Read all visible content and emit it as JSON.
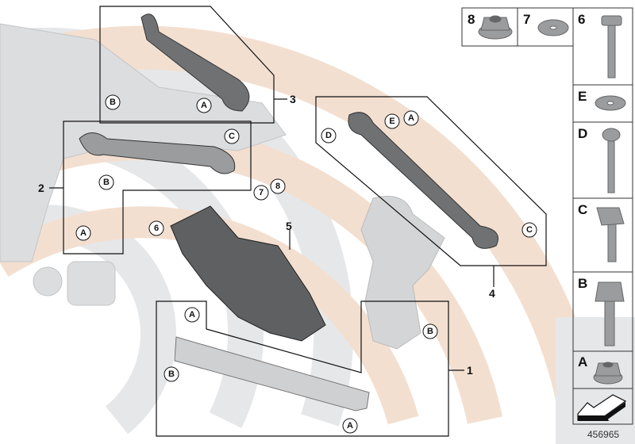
{
  "diagram_number": "456965",
  "colors": {
    "accent_peach": "#f3dfd0",
    "background_gray": "#e6e7e8",
    "part_gray": "#8a8c8e",
    "line": "#111111"
  },
  "part_groups": [
    {
      "number": "1"
    },
    {
      "number": "2"
    },
    {
      "number": "3"
    },
    {
      "number": "4"
    },
    {
      "number": "5"
    }
  ],
  "diagram_callouts": {
    "g3": [
      "B",
      "A"
    ],
    "g2": [
      "C",
      "B",
      "A"
    ],
    "g4": [
      "D",
      "E",
      "A",
      "C"
    ],
    "g1": [
      "A",
      "B",
      "B",
      "A"
    ],
    "washers": [
      "6",
      "7",
      "8"
    ]
  },
  "parts_table": {
    "top_row": [
      {
        "label": "8",
        "icon": "flange-nut-icon"
      },
      {
        "label": "7",
        "icon": "washer-icon"
      }
    ],
    "column": [
      {
        "label": "6",
        "icon": "bolt-icon"
      },
      {
        "label": "E",
        "icon": "washer-icon"
      },
      {
        "label": "D",
        "icon": "bolt-icon"
      },
      {
        "label": "C",
        "icon": "hex-bolt-icon"
      },
      {
        "label": "B",
        "icon": "hex-bolt-icon"
      },
      {
        "label": "A",
        "icon": "flange-nut-icon"
      }
    ],
    "footer_icon": "direction-arrow-icon"
  }
}
